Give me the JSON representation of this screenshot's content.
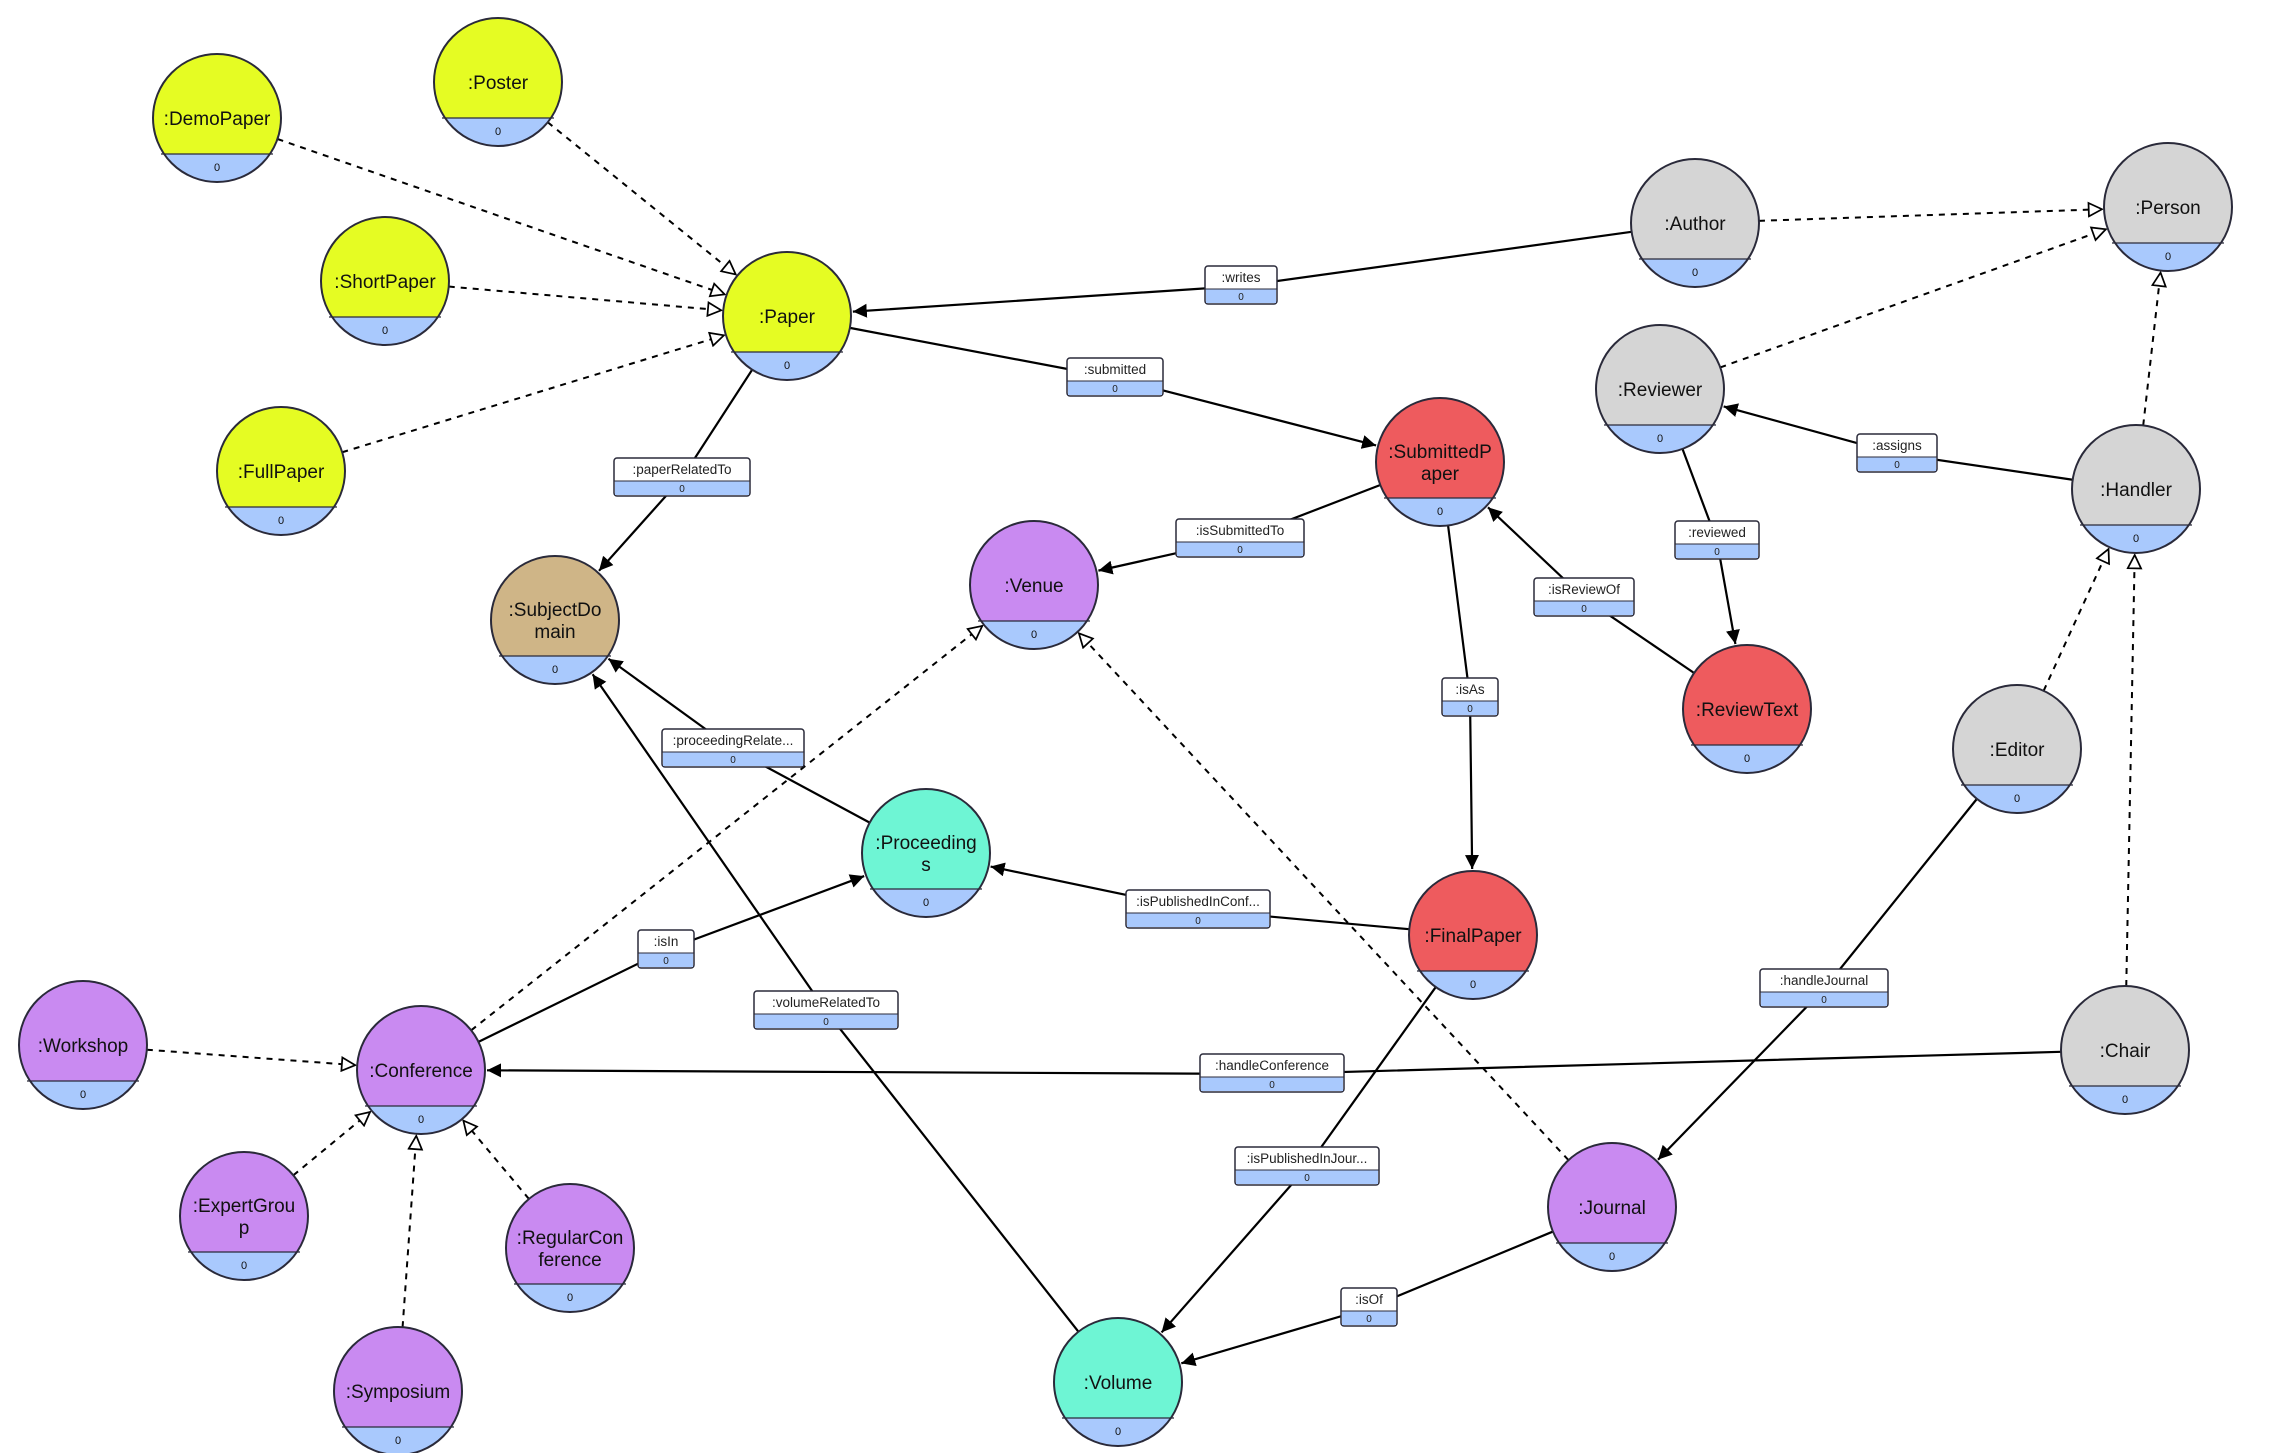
{
  "colors": {
    "paper": "#e5fc23",
    "submission": "#ee5b5e",
    "person": "#d5d5d5",
    "venue": "#c98af1",
    "publication": "#6ef5d4",
    "domain": "#cfb587",
    "count_band": "#a9c9fd",
    "stroke": "#2a2a3a"
  },
  "nodes": [
    {
      "id": "demopaper",
      "lines": [
        ":DemoPaper"
      ],
      "count": "0",
      "category": "paper"
    },
    {
      "id": "poster",
      "lines": [
        ":Poster"
      ],
      "count": "0",
      "category": "paper"
    },
    {
      "id": "shortpaper",
      "lines": [
        ":ShortPaper"
      ],
      "count": "0",
      "category": "paper"
    },
    {
      "id": "paper",
      "lines": [
        ":Paper"
      ],
      "count": "0",
      "category": "paper"
    },
    {
      "id": "fullpaper",
      "lines": [
        ":FullPaper"
      ],
      "count": "0",
      "category": "paper"
    },
    {
      "id": "author",
      "lines": [
        ":Author"
      ],
      "count": "0",
      "category": "person"
    },
    {
      "id": "person",
      "lines": [
        ":Person"
      ],
      "count": "0",
      "category": "person"
    },
    {
      "id": "reviewer",
      "lines": [
        ":Reviewer"
      ],
      "count": "0",
      "category": "person"
    },
    {
      "id": "handler",
      "lines": [
        ":Handler"
      ],
      "count": "0",
      "category": "person"
    },
    {
      "id": "editor",
      "lines": [
        ":Editor"
      ],
      "count": "0",
      "category": "person"
    },
    {
      "id": "chair",
      "lines": [
        ":Chair"
      ],
      "count": "0",
      "category": "person"
    },
    {
      "id": "submittedpaper",
      "lines": [
        ":SubmittedP",
        "aper"
      ],
      "count": "0",
      "category": "submission"
    },
    {
      "id": "reviewtext",
      "lines": [
        ":ReviewText"
      ],
      "count": "0",
      "category": "submission"
    },
    {
      "id": "finalpaper",
      "lines": [
        ":FinalPaper"
      ],
      "count": "0",
      "category": "submission"
    },
    {
      "id": "subjectdomain",
      "lines": [
        ":SubjectDo",
        "main"
      ],
      "count": "0",
      "category": "domain"
    },
    {
      "id": "venue",
      "lines": [
        ":Venue"
      ],
      "count": "0",
      "category": "venue"
    },
    {
      "id": "proceedings",
      "lines": [
        ":Proceeding",
        "s"
      ],
      "count": "0",
      "category": "publication"
    },
    {
      "id": "volume",
      "lines": [
        ":Volume"
      ],
      "count": "0",
      "category": "publication"
    },
    {
      "id": "workshop",
      "lines": [
        ":Workshop"
      ],
      "count": "0",
      "category": "venue"
    },
    {
      "id": "conference",
      "lines": [
        ":Conference"
      ],
      "count": "0",
      "category": "venue"
    },
    {
      "id": "expertgroup",
      "lines": [
        ":ExpertGrou",
        "p"
      ],
      "count": "0",
      "category": "venue"
    },
    {
      "id": "regularconference",
      "lines": [
        ":RegularCon",
        "ference"
      ],
      "count": "0",
      "category": "venue"
    },
    {
      "id": "symposium",
      "lines": [
        ":Symposium"
      ],
      "count": "0",
      "category": "venue"
    },
    {
      "id": "journal",
      "lines": [
        ":Journal"
      ],
      "count": "0",
      "category": "venue"
    }
  ],
  "subclass_edges": [
    {
      "from": "demopaper",
      "to": "paper"
    },
    {
      "from": "poster",
      "to": "paper"
    },
    {
      "from": "shortpaper",
      "to": "paper"
    },
    {
      "from": "fullpaper",
      "to": "paper"
    },
    {
      "from": "author",
      "to": "person"
    },
    {
      "from": "reviewer",
      "to": "person"
    },
    {
      "from": "handler",
      "to": "person"
    },
    {
      "from": "editor",
      "to": "handler"
    },
    {
      "from": "chair",
      "to": "handler"
    },
    {
      "from": "conference",
      "to": "venue"
    },
    {
      "from": "journal",
      "to": "venue"
    },
    {
      "from": "workshop",
      "to": "conference"
    },
    {
      "from": "expertgroup",
      "to": "conference"
    },
    {
      "from": "regularconference",
      "to": "conference"
    },
    {
      "from": "symposium",
      "to": "conference"
    }
  ],
  "properties": [
    {
      "id": "writes",
      "label": ":writes",
      "count": "0",
      "from": "author",
      "to": "paper"
    },
    {
      "id": "submitted",
      "label": ":submitted",
      "count": "0",
      "from": "paper",
      "to": "submittedpaper"
    },
    {
      "id": "paperrelatedto",
      "label": ":paperRelatedTo",
      "count": "0",
      "from": "paper",
      "to": "subjectdomain"
    },
    {
      "id": "issubmittedto",
      "label": ":isSubmittedTo",
      "count": "0",
      "from": "submittedpaper",
      "to": "venue"
    },
    {
      "id": "assigns",
      "label": ":assigns",
      "count": "0",
      "from": "handler",
      "to": "reviewer"
    },
    {
      "id": "reviewed",
      "label": ":reviewed",
      "count": "0",
      "from": "reviewer",
      "to": "reviewtext"
    },
    {
      "id": "isreviewof",
      "label": ":isReviewOf",
      "count": "0",
      "from": "reviewtext",
      "to": "submittedpaper"
    },
    {
      "id": "isas",
      "label": ":isAs",
      "count": "0",
      "from": "submittedpaper",
      "to": "finalpaper"
    },
    {
      "id": "proceedingrelatedto",
      "label": ":proceedingRelate...",
      "count": "0",
      "from": "proceedings",
      "to": "subjectdomain"
    },
    {
      "id": "ispublishedinconf",
      "label": ":isPublishedInConf...",
      "count": "0",
      "from": "finalpaper",
      "to": "proceedings"
    },
    {
      "id": "isin",
      "label": ":isIn",
      "count": "0",
      "from": "conference",
      "to": "proceedings"
    },
    {
      "id": "volumerelatedto",
      "label": ":volumeRelatedTo",
      "count": "0",
      "from": "volume",
      "to": "subjectdomain"
    },
    {
      "id": "handlejournal",
      "label": ":handleJournal",
      "count": "0",
      "from": "editor",
      "to": "journal"
    },
    {
      "id": "handleconference",
      "label": ":handleConference",
      "count": "0",
      "from": "chair",
      "to": "conference"
    },
    {
      "id": "ispublishedinjour",
      "label": ":isPublishedInJour...",
      "count": "0",
      "from": "finalpaper",
      "to": "volume"
    },
    {
      "id": "isof",
      "label": ":isOf",
      "count": "0",
      "from": "journal",
      "to": "volume"
    }
  ]
}
